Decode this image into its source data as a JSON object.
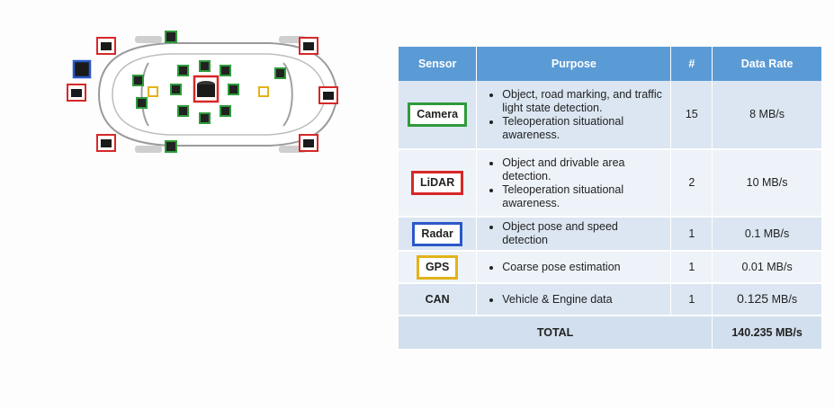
{
  "table": {
    "headers": {
      "sensor": "Sensor",
      "purpose": "Purpose",
      "count": "#",
      "rate": "Data Rate"
    },
    "rows": [
      {
        "sensor": "Camera",
        "purpose": [
          "Object, road marking, and traffic light state detection.",
          "Teleoperation situational awareness."
        ],
        "count": "15",
        "rate": "8 MB/s"
      },
      {
        "sensor": "LiDAR",
        "purpose": [
          "Object and drivable area detection.",
          "Teleoperation situational awareness."
        ],
        "count": "2",
        "rate": "10 MB/s"
      },
      {
        "sensor": "Radar",
        "purpose": [
          "Object pose and speed detection"
        ],
        "count": "1",
        "rate": "0.1 MB/s"
      },
      {
        "sensor": "GPS",
        "purpose": [
          "Coarse pose estimation"
        ],
        "count": "1",
        "rate": "0.01 MB/s"
      },
      {
        "sensor": "CAN",
        "purpose": [
          "Vehicle & Engine data"
        ],
        "count": "1",
        "rate_value": "0.125",
        "rate_unit": "MB/s"
      }
    ],
    "total": {
      "label": "TOTAL",
      "rate": "140.235 MB/s"
    }
  },
  "colors": {
    "camera": "#2e9b3a",
    "lidar": "#d62828",
    "radar": "#2b58c9",
    "gps": "#e3b21a",
    "header": "#5b9bd5"
  }
}
